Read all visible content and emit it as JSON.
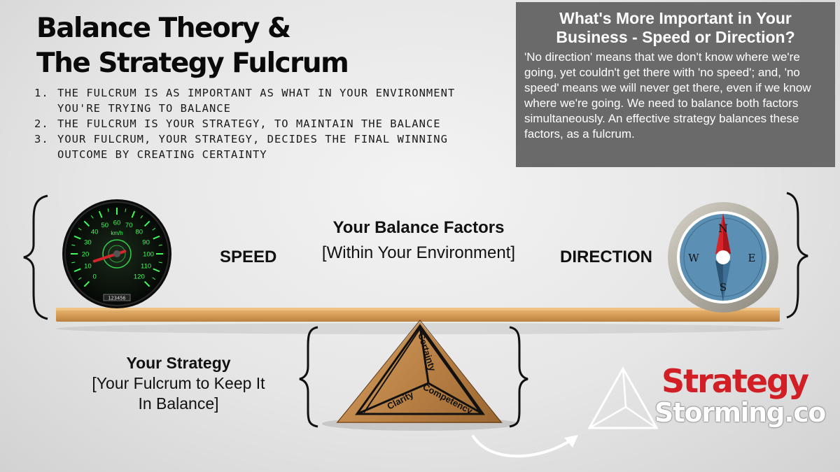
{
  "title": {
    "line1": "Balance Theory &",
    "line2": "The Strategy Fulcrum"
  },
  "points": [
    "THE FULCRUM IS AS IMPORTANT AS WHAT IN YOUR ENVIRONMENT YOU'RE TRYING TO BALANCE",
    "THE FULCRUM IS YOUR STRATEGY, TO MAINTAIN THE BALANCE",
    "YOUR FULCRUM, YOUR STRATEGY, DECIDES THE FINAL WINNING OUTCOME BY CREATING CERTAINTY"
  ],
  "info": {
    "question": "What's More Important in Your Business - Speed or Direction?",
    "body": "'No direction' means that we don't know where we're going, yet couldn't get there with 'no speed'; and, 'no speed' means we will never get there, even if we know where we're going. We need to balance both factors simultaneously. An effective strategy balances these factors, as a fulcrum."
  },
  "balance": {
    "left_label": "SPEED",
    "right_label": "DIRECTION",
    "factors_heading": "Your Balance Factors",
    "factors_sub": "[Within Your Environment]"
  },
  "fulcrum": {
    "heading": "Your Strategy",
    "sub": "[Your Fulcrum to Keep It In Balance]",
    "sides": [
      "Certainty",
      "Clarity",
      "Competency"
    ]
  },
  "speedometer": {
    "unit": "km/h",
    "ticks": [
      "0",
      "10",
      "20",
      "30",
      "40",
      "50",
      "60",
      "70",
      "80",
      "90",
      "100",
      "110",
      "120"
    ],
    "odometer": "123456",
    "needle_value": 12
  },
  "compass": {
    "points": [
      "N",
      "E",
      "S",
      "W"
    ]
  },
  "logo": {
    "line1": "Strategy",
    "line2": "Storming.co"
  },
  "colors": {
    "info_bg": "#6a6a6a",
    "logo_red": "#d21f26",
    "plank": "#d9a05a",
    "gauge_green": "#3cff5a",
    "compass_blue": "#5c8fb4",
    "needle_red": "#d6242b"
  }
}
